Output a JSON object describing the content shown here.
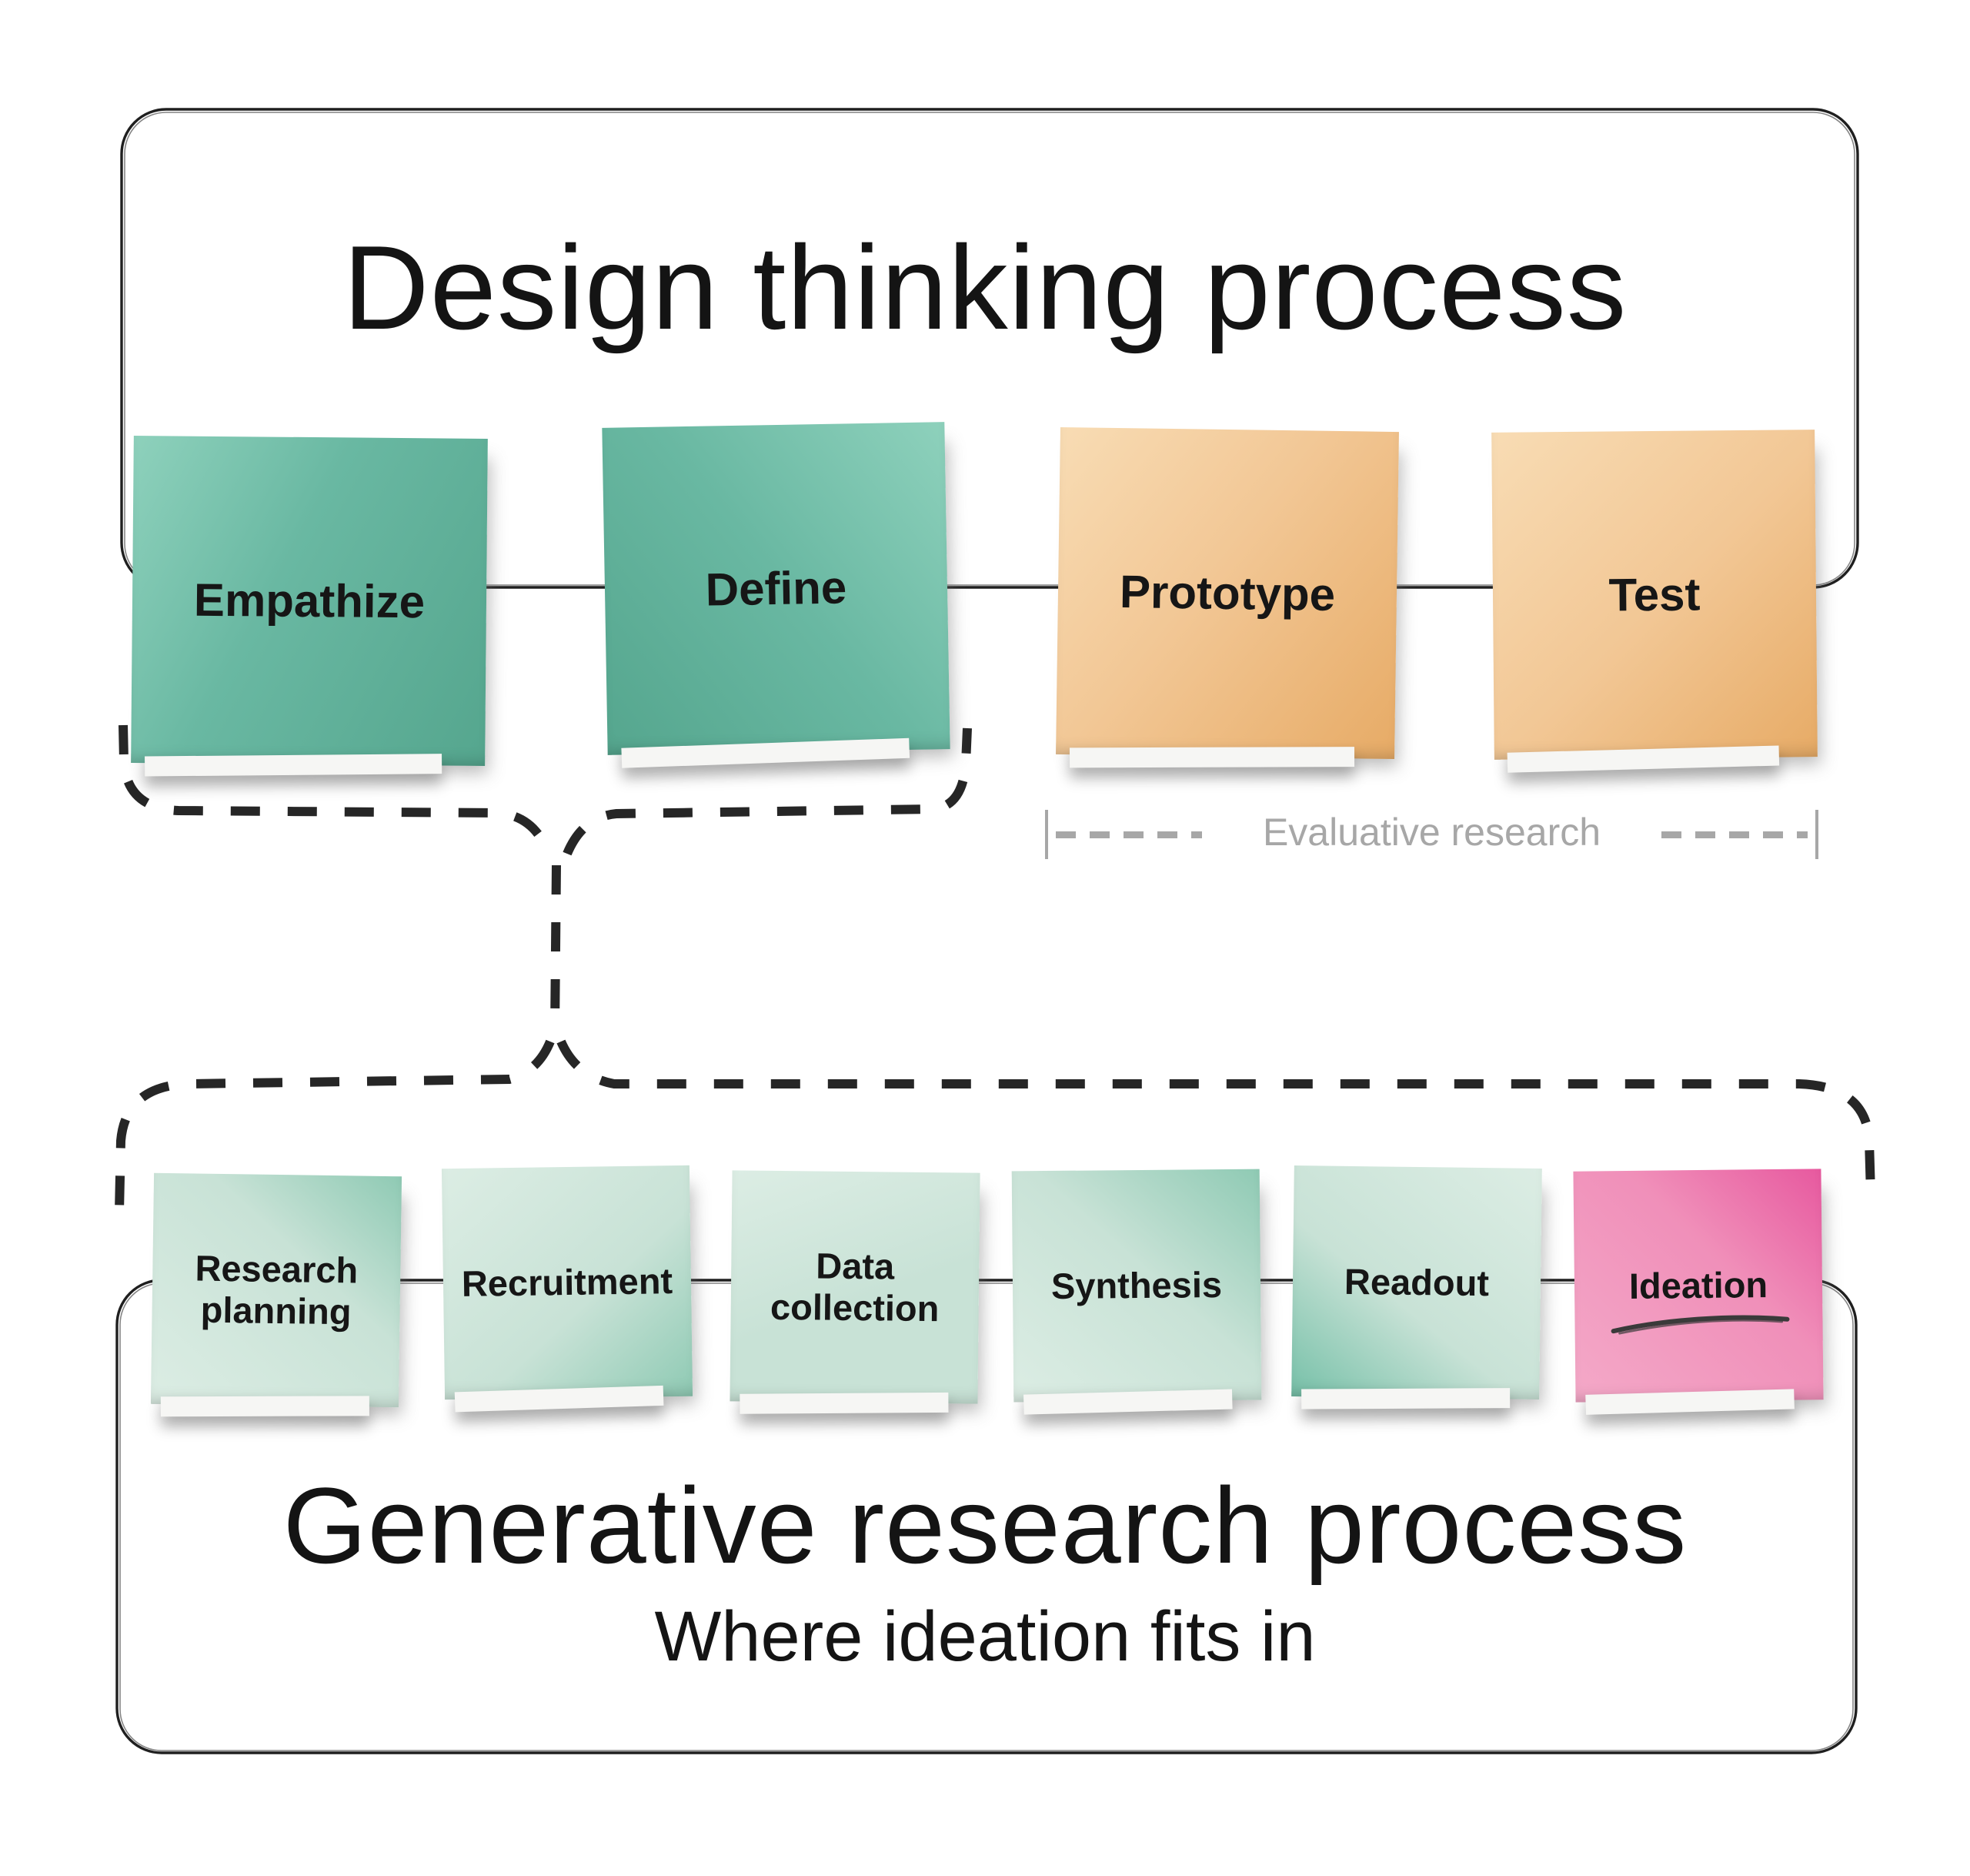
{
  "diagram": {
    "top": {
      "title": "Design thinking process",
      "notes": [
        {
          "label": "Empathize",
          "color": "teal"
        },
        {
          "label": "Define",
          "color": "teal"
        },
        {
          "label": "Prototype",
          "color": "peach"
        },
        {
          "label": "Test",
          "color": "peach"
        }
      ],
      "measure": {
        "label": "Evaluative research"
      }
    },
    "bottom": {
      "title": "Generative research process",
      "subtitle": "Where ideation fits in",
      "notes": [
        {
          "label": "Research planning",
          "color": "mint"
        },
        {
          "label": "Recruitment",
          "color": "mint"
        },
        {
          "label": "Data collection",
          "color": "mint"
        },
        {
          "label": "Synthesis",
          "color": "mint"
        },
        {
          "label": "Readout",
          "color": "mint"
        },
        {
          "label": "Ideation",
          "color": "pink",
          "underlined": true
        }
      ]
    }
  },
  "colors": {
    "background": "#ffffff",
    "ink": "#1f1f1f",
    "dash": "#262626",
    "text": "#141414",
    "measure_gray": "#a7a7a7",
    "teal_light": "#8ed1bc",
    "teal_base": "#69b8a2",
    "teal_dark": "#55a68e",
    "peach_light": "#f8dcb4",
    "peach_base": "#f2c795",
    "peach_dark": "#e7ab66",
    "mint_light": "#dcede4",
    "mint_base": "#c8e2d6",
    "mint_accent": "#8fcab4",
    "mint_deep": "#76c0a8",
    "pink_light": "#f4a9c8",
    "pink_base": "#f08fb9",
    "pink_accent": "#e7599f"
  }
}
